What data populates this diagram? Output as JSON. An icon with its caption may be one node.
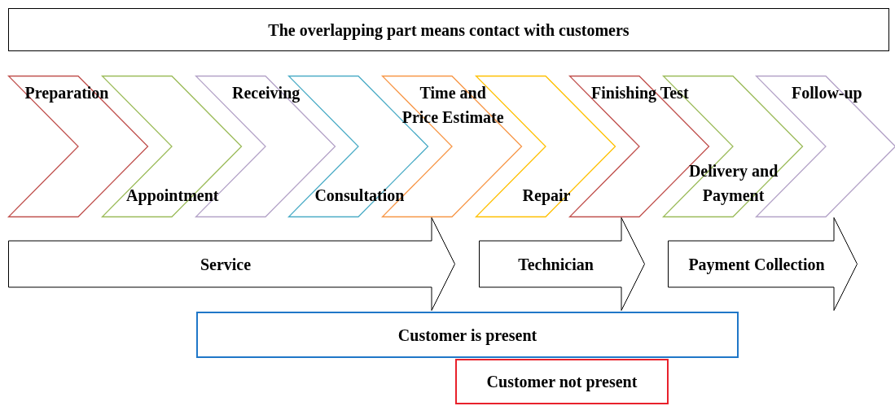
{
  "diagram": {
    "nodes": [
      {
        "text": [
          "The overlapping part means contact with customers"
        ]
      },
      {
        "text": [
          "Preparation"
        ]
      },
      {
        "text": [
          "Appointment"
        ]
      },
      {
        "text": [
          "Receiving"
        ]
      },
      {
        "text": [
          "Consultation"
        ]
      },
      {
        "text": [
          "Time and Price Estimate"
        ]
      },
      {
        "text": [
          "Repair"
        ]
      },
      {
        "text": [
          "Finishing Test"
        ]
      },
      {
        "text": [
          "Delivery and Payment"
        ]
      },
      {
        "text": [
          "Follow-up"
        ]
      },
      {
        "text": [
          "Service"
        ]
      },
      {
        "text": [
          "Technician"
        ]
      },
      {
        "text": [
          "Payment Collection"
        ]
      },
      {
        "text": [
          "Customer is present"
        ]
      },
      {
        "text": [
          "Customer not present"
        ]
      }
    ],
    "edges": []
  }
}
